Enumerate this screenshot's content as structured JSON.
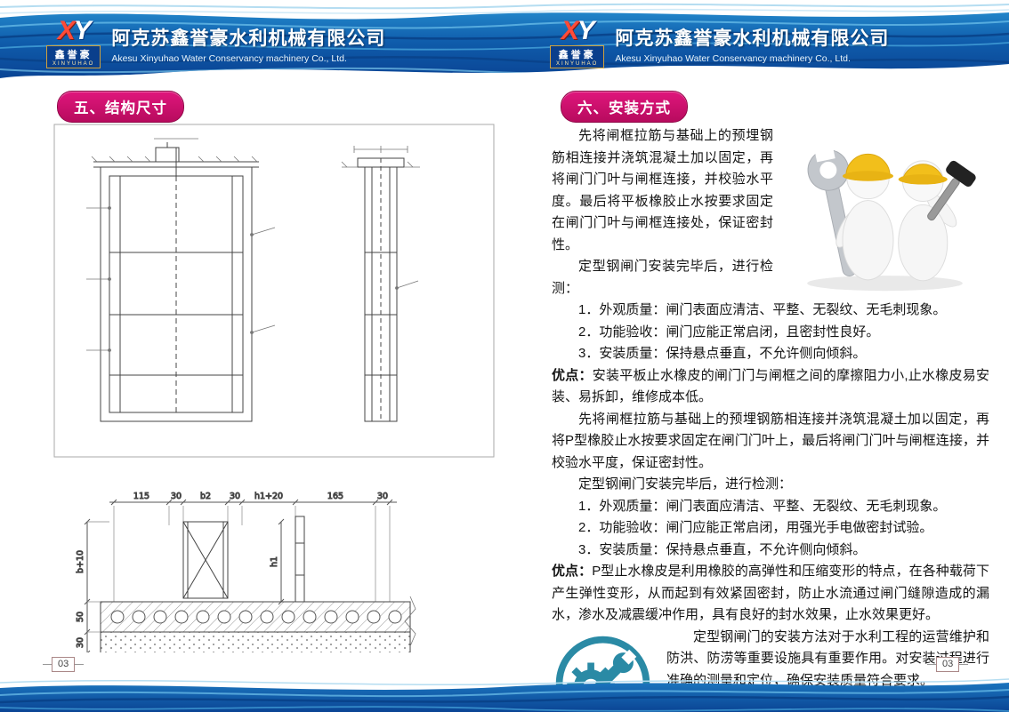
{
  "header": {
    "logo_x": "X",
    "logo_y": "Y",
    "logo_brand_cn": "鑫誉豪",
    "logo_brand_en": "XINYUHAO",
    "company_cn": "阿克苏鑫誉豪水利机械有限公司",
    "company_en": "Akesu Xinyuhao Water Conservancy machinery Co., Ltd."
  },
  "left_page": {
    "section_title": "五、结构尺寸",
    "page_number": "03",
    "drawing_dims": {
      "bottom": [
        "115",
        "30",
        "b2",
        "30",
        "h1+20",
        "165",
        "30"
      ],
      "left": [
        "b+10",
        "50",
        "30"
      ],
      "height_label": "h1"
    }
  },
  "right_page": {
    "section_title": "六、安装方式",
    "page_number": "03",
    "paragraphs": [
      {
        "lead": "",
        "text": "先将闸框拉筋与基础上的预埋钢筋相连接并浇筑混凝土加以固定，再将闸门门叶与闸框连接，并校验水平度。最后将平板橡胶止水按要求固定在闸门门叶与闸框连接处，保证密封性。"
      },
      {
        "lead": "",
        "text": "定型钢闸门安装完毕后，进行检测："
      },
      {
        "lead": "",
        "text": "1．外观质量：闸门表面应清洁、平整、无裂纹、无毛刺现象。"
      },
      {
        "lead": "",
        "text": "2．功能验收：闸门应能正常启闭，且密封性良好。"
      },
      {
        "lead": "",
        "text": "3．安装质量：保持悬点垂直，不允许侧向倾斜。"
      },
      {
        "lead": "优点：",
        "text": "安装平板止水橡皮的闸门门与闸框之间的摩擦阻力小,止水橡皮易安装、易拆卸，维修成本低。"
      },
      {
        "lead": "",
        "text": "先将闸框拉筋与基础上的预埋钢筋相连接并浇筑混凝土加以固定，再将P型橡胶止水按要求固定在闸门门叶上，最后将闸门门叶与闸框连接，并校验水平度，保证密封性。"
      },
      {
        "lead": "",
        "text": "定型钢闸门安装完毕后，进行检测："
      },
      {
        "lead": "",
        "text": "1．外观质量：闸门表面应清洁、平整、无裂纹、无毛刺现象。"
      },
      {
        "lead": "",
        "text": "2．功能验收：闸门应能正常启闭，用强光手电做密封试验。"
      },
      {
        "lead": "",
        "text": "3．安装质量：保持悬点垂直，不允许侧向倾斜。"
      },
      {
        "lead": "优点：",
        "text": "P型止水橡皮是利用橡胶的高弹性和压缩变形的特点，在各种载荷下产生弹性变形，从而起到有效紧固密封，防止水流通过闸门缝隙造成的漏水，渗水及减震缓冲作用，具有良好的封水效果，止水效果更好。"
      },
      {
        "lead": "",
        "text": "定型钢闸门的安装方法对于水利工程的运营维护和防洪、防涝等重要设施具有重要作用。对安装过程进行准确的测量和定位，确保安装质量符合要求。"
      }
    ]
  }
}
